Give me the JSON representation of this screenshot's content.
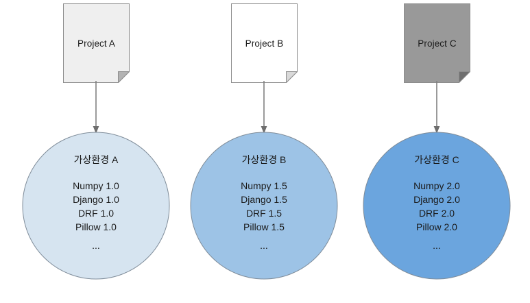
{
  "diagram": {
    "title_implicit": "Python virtual environments per project",
    "colors": {
      "doc_a_fill": "#EFEFEF",
      "doc_b_fill": "#FFFFFF",
      "doc_c_fill": "#999999",
      "doc_stroke": "#8C8C8C",
      "doc_fold": "#B3B3B3",
      "circle_a_fill": "#D6E4F0",
      "circle_b_fill": "#9DC3E6",
      "circle_c_fill": "#6BA5DE",
      "circle_stroke": "#7F8C99",
      "arrow_stroke": "#808080",
      "text": "#1A1A1A"
    },
    "columns": [
      {
        "id": "a",
        "document": {
          "label": "Project A",
          "fill": "#EFEFEF",
          "icon": "document-page-icon"
        },
        "arrow": {
          "icon": "arrow-down-icon"
        },
        "environment": {
          "title": "가상환경 A",
          "fill": "#D6E4F0",
          "packages": [
            "Numpy 1.0",
            "Django 1.0",
            "DRF 1.0",
            "Pillow 1.0"
          ],
          "ellipsis": "..."
        }
      },
      {
        "id": "b",
        "document": {
          "label": "Project B",
          "fill": "#FFFFFF",
          "icon": "document-page-icon"
        },
        "arrow": {
          "icon": "arrow-down-icon"
        },
        "environment": {
          "title": "가상환경 B",
          "fill": "#9DC3E6",
          "packages": [
            "Numpy 1.5",
            "Django 1.5",
            "DRF 1.5",
            "Pillow 1.5"
          ],
          "ellipsis": "..."
        }
      },
      {
        "id": "c",
        "document": {
          "label": "Project C",
          "fill": "#999999",
          "icon": "document-page-icon"
        },
        "arrow": {
          "icon": "arrow-down-icon"
        },
        "environment": {
          "title": "가상환경 C",
          "fill": "#6BA5DE",
          "packages": [
            "Numpy 2.0",
            "Django 2.0",
            "DRF 2.0",
            "Pillow 2.0"
          ],
          "ellipsis": "..."
        }
      }
    ]
  }
}
